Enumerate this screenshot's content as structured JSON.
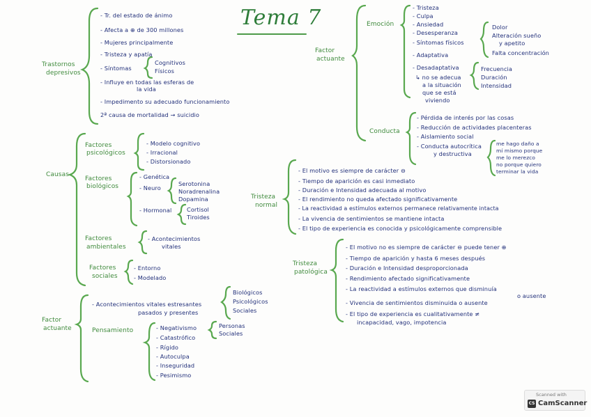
{
  "title": "Tema 7",
  "trastornos": {
    "label": "Trastornos depresivos",
    "items": [
      "- Tr. del estado de ánimo",
      "- Afecta a ⊕ de 300 millones",
      "- Mujeres principalmente",
      "- Tristeza y apatía",
      "- Síntomas",
      "- Influye en todas las esferas de",
      "la vida",
      "- Impedimento su adecuado funcionamiento",
      "2ª causa de mortalidad → suicidio"
    ],
    "sintomas": [
      "Cognitivos",
      "Físicos"
    ]
  },
  "causas": {
    "label": "Causas",
    "psicologicos": {
      "label1": "Factores",
      "label2": "psicológicos",
      "items": [
        "- Modelo cognitivo",
        "- Irracional",
        "- Distorsionado"
      ]
    },
    "biologicos": {
      "label1": "Factores",
      "label2": "biológicos",
      "genetica": "- Genética",
      "neuro": "- Neuro",
      "hormonal": "- Hormonal",
      "neuro_items": [
        "Serotonina",
        "Noradrenalina",
        "Dopamina"
      ],
      "hormonal_items": [
        "Cortisol",
        "Tiroides"
      ]
    },
    "ambientales": {
      "label1": "Factores",
      "label2": "ambientales",
      "items": [
        "- Acontecimientos",
        "vitales"
      ]
    },
    "sociales": {
      "label1": "Factores",
      "label2": "sociales",
      "items": [
        "- Entorno",
        "- Modelado"
      ]
    }
  },
  "factor_left": {
    "label1": "Factor",
    "label2": "actuante",
    "acontecimientos": [
      "- Acontecimientos vitales estresantes",
      "pasados y presentes"
    ],
    "acont_items": [
      "Biológicos",
      "Psicológicos",
      "Sociales"
    ],
    "pensamiento": "Pensamiento",
    "pens_items": [
      "- Negativismo",
      "- Catastrófico",
      "- Rígido",
      "- Autoculpa",
      "- Inseguridad",
      "- Pesimismo"
    ],
    "personas": [
      "Personas",
      "Sociales"
    ]
  },
  "factor_right": {
    "label1": "Factor",
    "label2": "actuante",
    "emocion": "Emoción",
    "emo_items": [
      "- Tristeza",
      "- Culpa",
      "- Ansiedad",
      "- Desesperanza",
      "- Síntomas físicos",
      "- Adaptativa",
      "- Desadaptativa"
    ],
    "fisicos": [
      "Dolor",
      "Alteración sueño",
      "y apetito",
      "Falta concentración"
    ],
    "desad_note": [
      "↳ no se adecua",
      "a la situación",
      "que se está",
      "viviendo"
    ],
    "desad_items": [
      "Frecuencia",
      "Duración",
      "Intensidad"
    ],
    "conducta": "Conducta",
    "cond_items": [
      "- Pérdida de interés por las cosas",
      "- Reducción de actividades placenteras",
      "- Aislamiento social",
      "- Conducta autocrítica",
      "y destructiva"
    ],
    "cond_note": [
      "me hago daño a",
      "mí mismo porque",
      "me lo merezco",
      "no porque quiero",
      "terminar la vida"
    ]
  },
  "tristeza_normal": {
    "label1": "Tristeza",
    "label2": "normal",
    "items": [
      "- El motivo es siempre de carácter ⊖",
      "- Tiempo de aparición es casi inmediato",
      "- Duración e Intensidad adecuada al motivo",
      "- El rendimiento no queda afectado significativamente",
      "- La reactividad a estímulos externos permanece relativamente intacta",
      "- La vivencia de sentimientos se mantiene intacta",
      "- El tipo de experiencia es conocida y psicológicamente comprensible"
    ]
  },
  "tristeza_patologica": {
    "label1": "Tristeza",
    "label2": "patológica",
    "items": [
      "- El motivo no es siempre de carácter ⊖ puede tener ⊕",
      "- Tiempo de aparición y hasta 6 meses después",
      "- Duración e Intensidad desproporcionada",
      "- Rendimiento afectado significativamente",
      "- La reactividad a estímulos externos que disminuía",
      "o ausente",
      "- Vivencia de sentimientos disminuida o ausente",
      "- El tipo de experiencia es cualitativamente ≠",
      "incapacidad, vago, impotencia"
    ]
  },
  "scanner": {
    "scanned_with": "Scanned with",
    "name": "CamScanner",
    "logo": "CS"
  }
}
